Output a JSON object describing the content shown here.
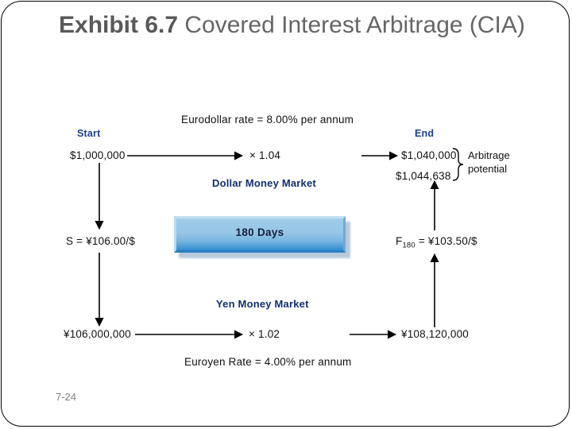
{
  "slide": {
    "title_bold": "Exhibit 6.7",
    "title_rest": "  Covered Interest Arbitrage (CIA)",
    "page_number": "7-24",
    "border_color": "#000000"
  },
  "diagram": {
    "top_rate": "Eurodollar rate = 8.00% per annum",
    "bottom_rate": "Euroyen Rate = 4.00% per annum",
    "start_label": "Start",
    "end_label": "End",
    "dollar_market_label": "Dollar Money Market",
    "yen_market_label": "Yen Money Market",
    "days_label": "180 Days",
    "start_amount": "$1,000,000",
    "top_multiplier": "× 1.04",
    "end_amount_1": "$1,040,000",
    "end_amount_2": "$1,044,638",
    "arbitrage_line1": "Arbitrage",
    "arbitrage_line2": "potential",
    "spot_rate": "S = ¥106.00/$",
    "forward_rate_base": "F",
    "forward_rate_sub": "180",
    "forward_rate_rest": " = ¥103.50/$",
    "yen_start_amount": "¥106,000,000",
    "bottom_multiplier": "×  1.02",
    "yen_end_amount": "¥108,120,000",
    "accent_blue": "#1b3f8f",
    "market_blue": "#10306e",
    "box_blue": "#96c5e6"
  }
}
